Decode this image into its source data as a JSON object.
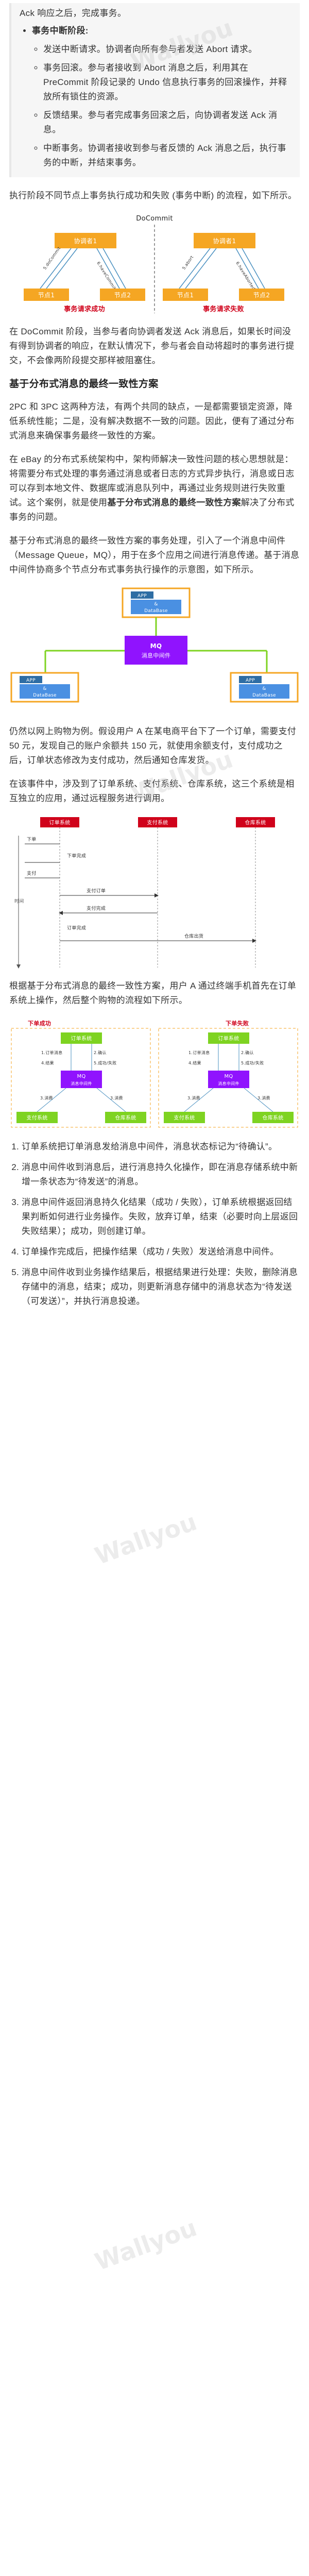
{
  "block1": {
    "line_top": "Ack 响应之后，完成事务。",
    "heading": "事务中断阶段:",
    "items": [
      "发送中断请求。协调者向所有参与者发送 Abort 请求。",
      "事务回滚。参与者接收到 Abort 消息之后，利用其在 PreCommit 阶段记录的 Undo 信息执行事务的回滚操作，并释放所有锁住的资源。",
      "反馈结果。参与者完成事务回滚之后，向协调者发送 Ack 消息。",
      "中断事务。协调者接收到参与者反馈的 Ack 消息之后，执行事务的中断，并结束事务。"
    ]
  },
  "para1": "执行阶段不同节点上事务执行成功和失败 (事务中断) 的流程，如下所示。",
  "fig1": {
    "title": "DoCommit",
    "left_coord": "协调者1",
    "right_coord": "协调者1",
    "left_lbl_a": "5.doCommit",
    "left_lbl_b": "6.haveCommitted",
    "right_lbl_a": "5.abort",
    "right_lbl_b": "6.haveAborted",
    "node1": "节点1",
    "node2": "节点2",
    "left_caption": "事务请求成功",
    "right_caption": "事务请求失败"
  },
  "para2": "在 DoCommit 阶段，当参与者向协调者发送 Ack 消息后，如果长时间没有得到协调者的响应，在默认情况下，参与者会自动将超时的事务进行提交，不会像两阶段提交那样被阻塞住。",
  "heading2": "基于分布式消息的最终一致性方案",
  "para3": "2PC 和 3PC 这两种方法，有两个共同的缺点，一是都需要锁定资源，降低系统性能；二是，没有解决数据不一致的问题。因此，便有了通过分布式消息来确保事务最终一致性的方案。",
  "para4": {
    "prefix": "在 eBay 的分布式系统架构中，架构师解决一致性问题的核心思想就是：将需要分布式处理的事务通过消息或者日志的方式异步执行，消息或日志可以存到本地文件、数据库或消息队列中，再通过业务规则进行失败重试。这个案例，就是使用",
    "bold": "基于分布式消息的最终一致性方案",
    "suffix": "解决了分布式事务的问题。"
  },
  "para5": "基于分布式消息的最终一致性方案的事务处理，引入了一个消息中间件（Message Queue，MQ），用于在多个应用之间进行消息传递。基于消息中间件协商多个节点分布式事务执行操作的示意图，如下所示。",
  "fig2": {
    "app": "APP",
    "and": "&",
    "db": "DataBase",
    "mq_title": "MQ",
    "mq_sub": "消息中间件"
  },
  "para6": "仍然以网上购物为例。假设用户 A 在某电商平台下了一个订单，需要支付 50 元，发现自己的账户余额共 150 元，就使用余额支付，支付成功之后，订单状态修改为支付成功，然后通知仓库发货。",
  "para7": "在该事件中，涉及到了订单系统、支付系统、仓库系统，这三个系统是相互独立的应用，通过远程服务进行调用。",
  "fig3": {
    "order": "订单系统",
    "pay": "支付系统",
    "store": "仓库系统",
    "steps": [
      "下单",
      "下单完成",
      "支付",
      "支付订单",
      "支付完成",
      "订单完成",
      "仓库出货"
    ],
    "time": "时间"
  },
  "para8": "根据基于分布式消息的最终一致性方案，用户 A 通过终端手机首先在订单系统上操作，然后整个购物的流程如下所示。",
  "fig4": {
    "flow_left": "下单成功",
    "flow_right": "下单失败",
    "order": "订单系统",
    "pay": "支付系统",
    "store": "仓库系统",
    "mq": "MQ",
    "mq_sub": "消息中间件",
    "lbl1": "1.订单消息",
    "lbl2": "2.确认",
    "lbl3": "3.消费",
    "lbl4": "4.结果",
    "lbl5": "5.成功/失败"
  },
  "steps": [
    "订单系统把订单消息发给消息中间件，消息状态标记为“待确认”。",
    "消息中间件收到消息后，进行消息持久化操作，即在消息存储系统中新增一条状态为“待发送”的消息。",
    "消息中间件返回消息持久化结果（成功 / 失败），订单系统根据返回结果判断如何进行业务操作。失败，放弃订单，结束（必要时向上层返回失败结果）；成功，则创建订单。",
    "订单操作完成后，把操作结果（成功 / 失败）发送给消息中间件。",
    "消息中间件收到业务操作结果后，根据结果进行处理：失败，删除消息存储中的消息，结束；成功，则更新消息存储中的消息状态为“待发送（可发送）”，并执行消息投递。"
  ],
  "watermark": "Wallyou"
}
